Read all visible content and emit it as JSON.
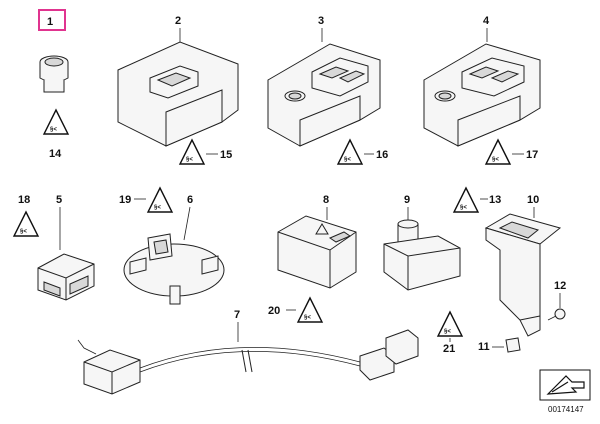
{
  "labels": {
    "p1": "1",
    "p2": "2",
    "p3": "3",
    "p4": "4",
    "p5": "5",
    "p6": "6",
    "p7": "7",
    "p8": "8",
    "p9": "9",
    "p10": "10",
    "p11": "11",
    "p12": "12",
    "p13": "13",
    "p14": "14",
    "p15": "15",
    "p16": "16",
    "p17": "17",
    "p18": "18",
    "p19": "19",
    "p20": "20",
    "p21": "21"
  },
  "drawing_number": "00174147",
  "colors": {
    "highlight": "#e0348f",
    "line": "#222222"
  }
}
